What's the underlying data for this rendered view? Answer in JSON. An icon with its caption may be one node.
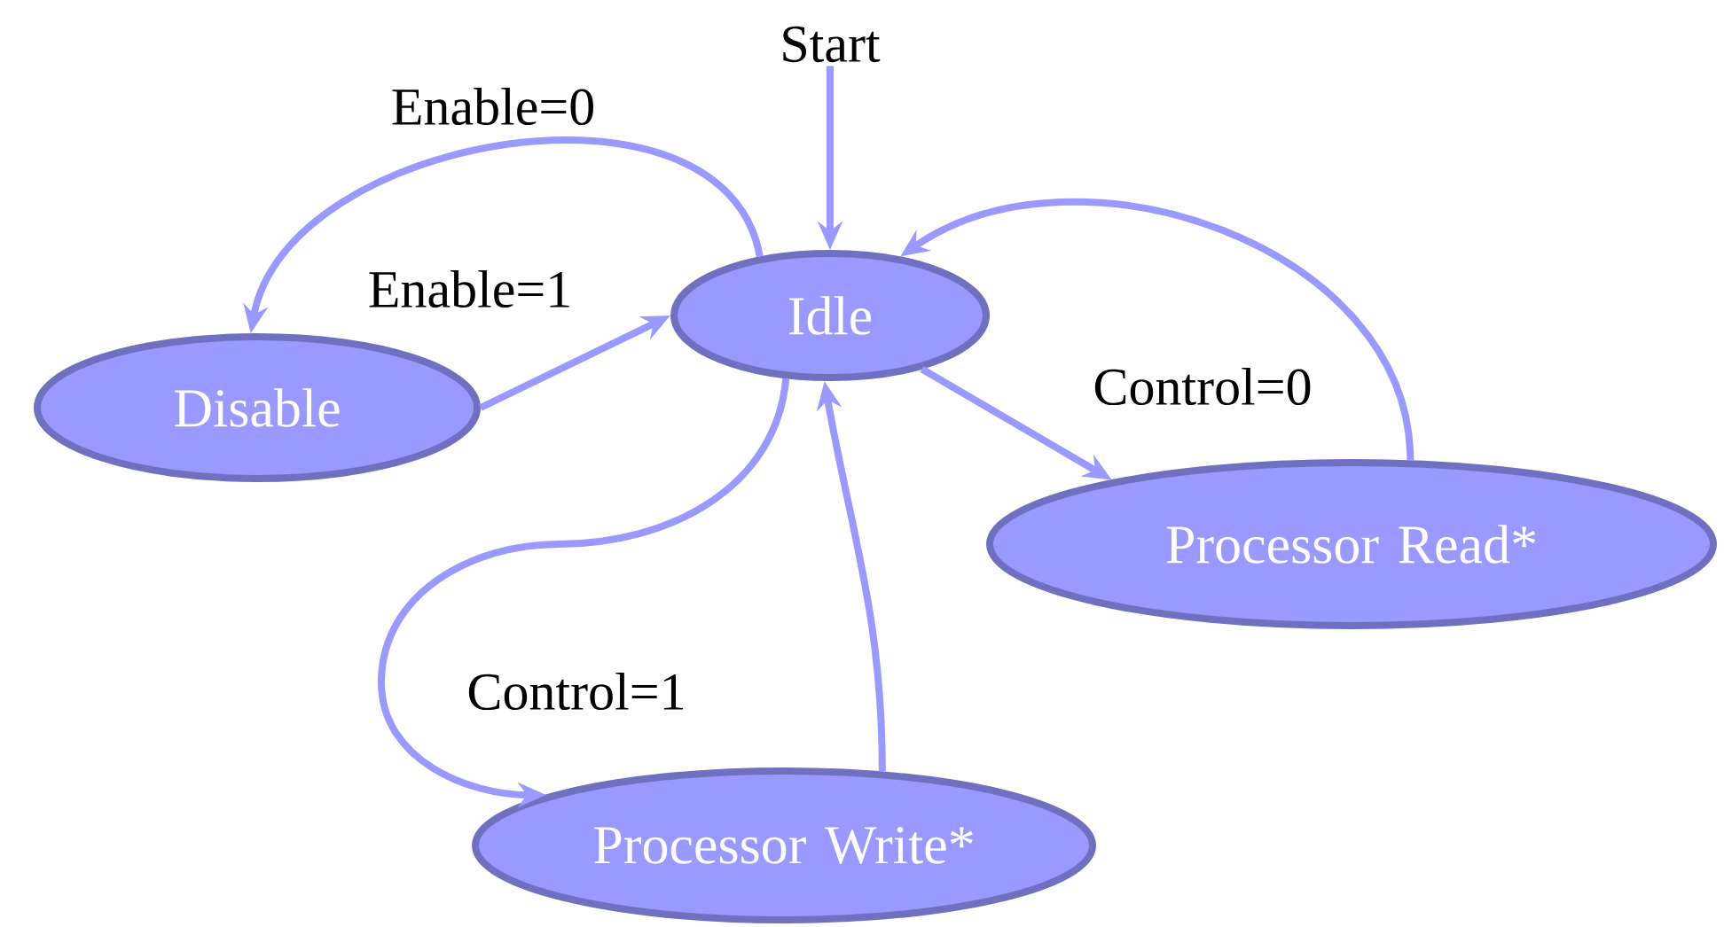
{
  "diagram": {
    "nodes": [
      {
        "text": [
          "Start"
        ]
      },
      {
        "text": [
          "Idle"
        ]
      },
      {
        "text": [
          "Disable"
        ]
      },
      {
        "text": [
          "Processor Read*"
        ]
      },
      {
        "text": [
          "Processor Write*"
        ]
      }
    ],
    "edges": [
      {
        "from": 0,
        "to": 1,
        "arrow": "to"
      },
      {
        "from": 1,
        "to": 2,
        "arrow": "to",
        "label": "Enable=0"
      },
      {
        "from": 2,
        "to": 1,
        "arrow": "to",
        "label": "Enable=1"
      },
      {
        "from": 1,
        "to": 3,
        "arrow": "to",
        "label": "Control=0"
      },
      {
        "from": 3,
        "to": 1,
        "arrow": "to"
      },
      {
        "from": 1,
        "to": 4,
        "arrow": "to",
        "label": "Control=1"
      },
      {
        "from": 4,
        "to": 1,
        "arrow": "to"
      }
    ]
  }
}
